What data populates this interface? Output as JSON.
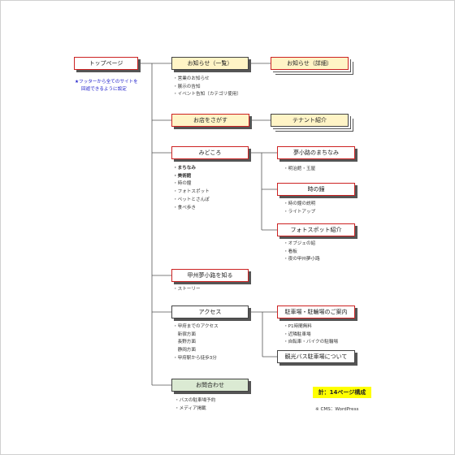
{
  "top_page": "トップページ",
  "footer_note": [
    "★フッターから全てのサイトを",
    "回遊できるように設定"
  ],
  "sections": {
    "news": {
      "label": "お知らせ（一覧）",
      "detail": "お知らせ（詳細）",
      "items": [
        "・営業のお知らせ",
        "・展示の告知",
        "・イベント告知（カテゴリ使用）"
      ]
    },
    "shops": {
      "label": "お店をさがす",
      "detail": "テナント紹介"
    },
    "sights": {
      "label": "みどころ",
      "items": [
        "・まちなみ",
        "・美術館",
        "・時の鐘",
        "・フォトスポット",
        "・ペットとさんぽ",
        "・食べ歩き"
      ],
      "subs": [
        {
          "label": "夢小路のまちなみ",
          "items": [
            "・明治館・玉屋"
          ]
        },
        {
          "label": "時の鐘",
          "items": [
            "・時の鐘の説明",
            "・ライトアップ"
          ]
        },
        {
          "label": "フォトスポット紹介",
          "items": [
            "・オブジェの紹",
            "・看板",
            "・夜の甲州夢小路"
          ]
        }
      ]
    },
    "about": {
      "label": "甲州夢小路を知る",
      "items": [
        "・ストーリー"
      ]
    },
    "access": {
      "label": "アクセス",
      "items": [
        "・甲府までのアクセス",
        "　新宿方面",
        "　長野方面",
        "　静岡方面",
        "・甲府駅から徒歩3分"
      ],
      "subs": [
        {
          "label": "駐車場・駐輪場のご案内",
          "items": [
            "・P1時間無料",
            "・近隣駐車場",
            "・自転車・バイクの駐輪場"
          ]
        },
        {
          "label": "観光バス駐車場について",
          "items": []
        }
      ]
    },
    "contact": {
      "label": "お問合わせ",
      "items": [
        "・バスの駐車場予約",
        "・メディア掲載"
      ]
    }
  },
  "total_badge": "計：14ページ構成",
  "cms_note": "※ CMS：WordPress"
}
